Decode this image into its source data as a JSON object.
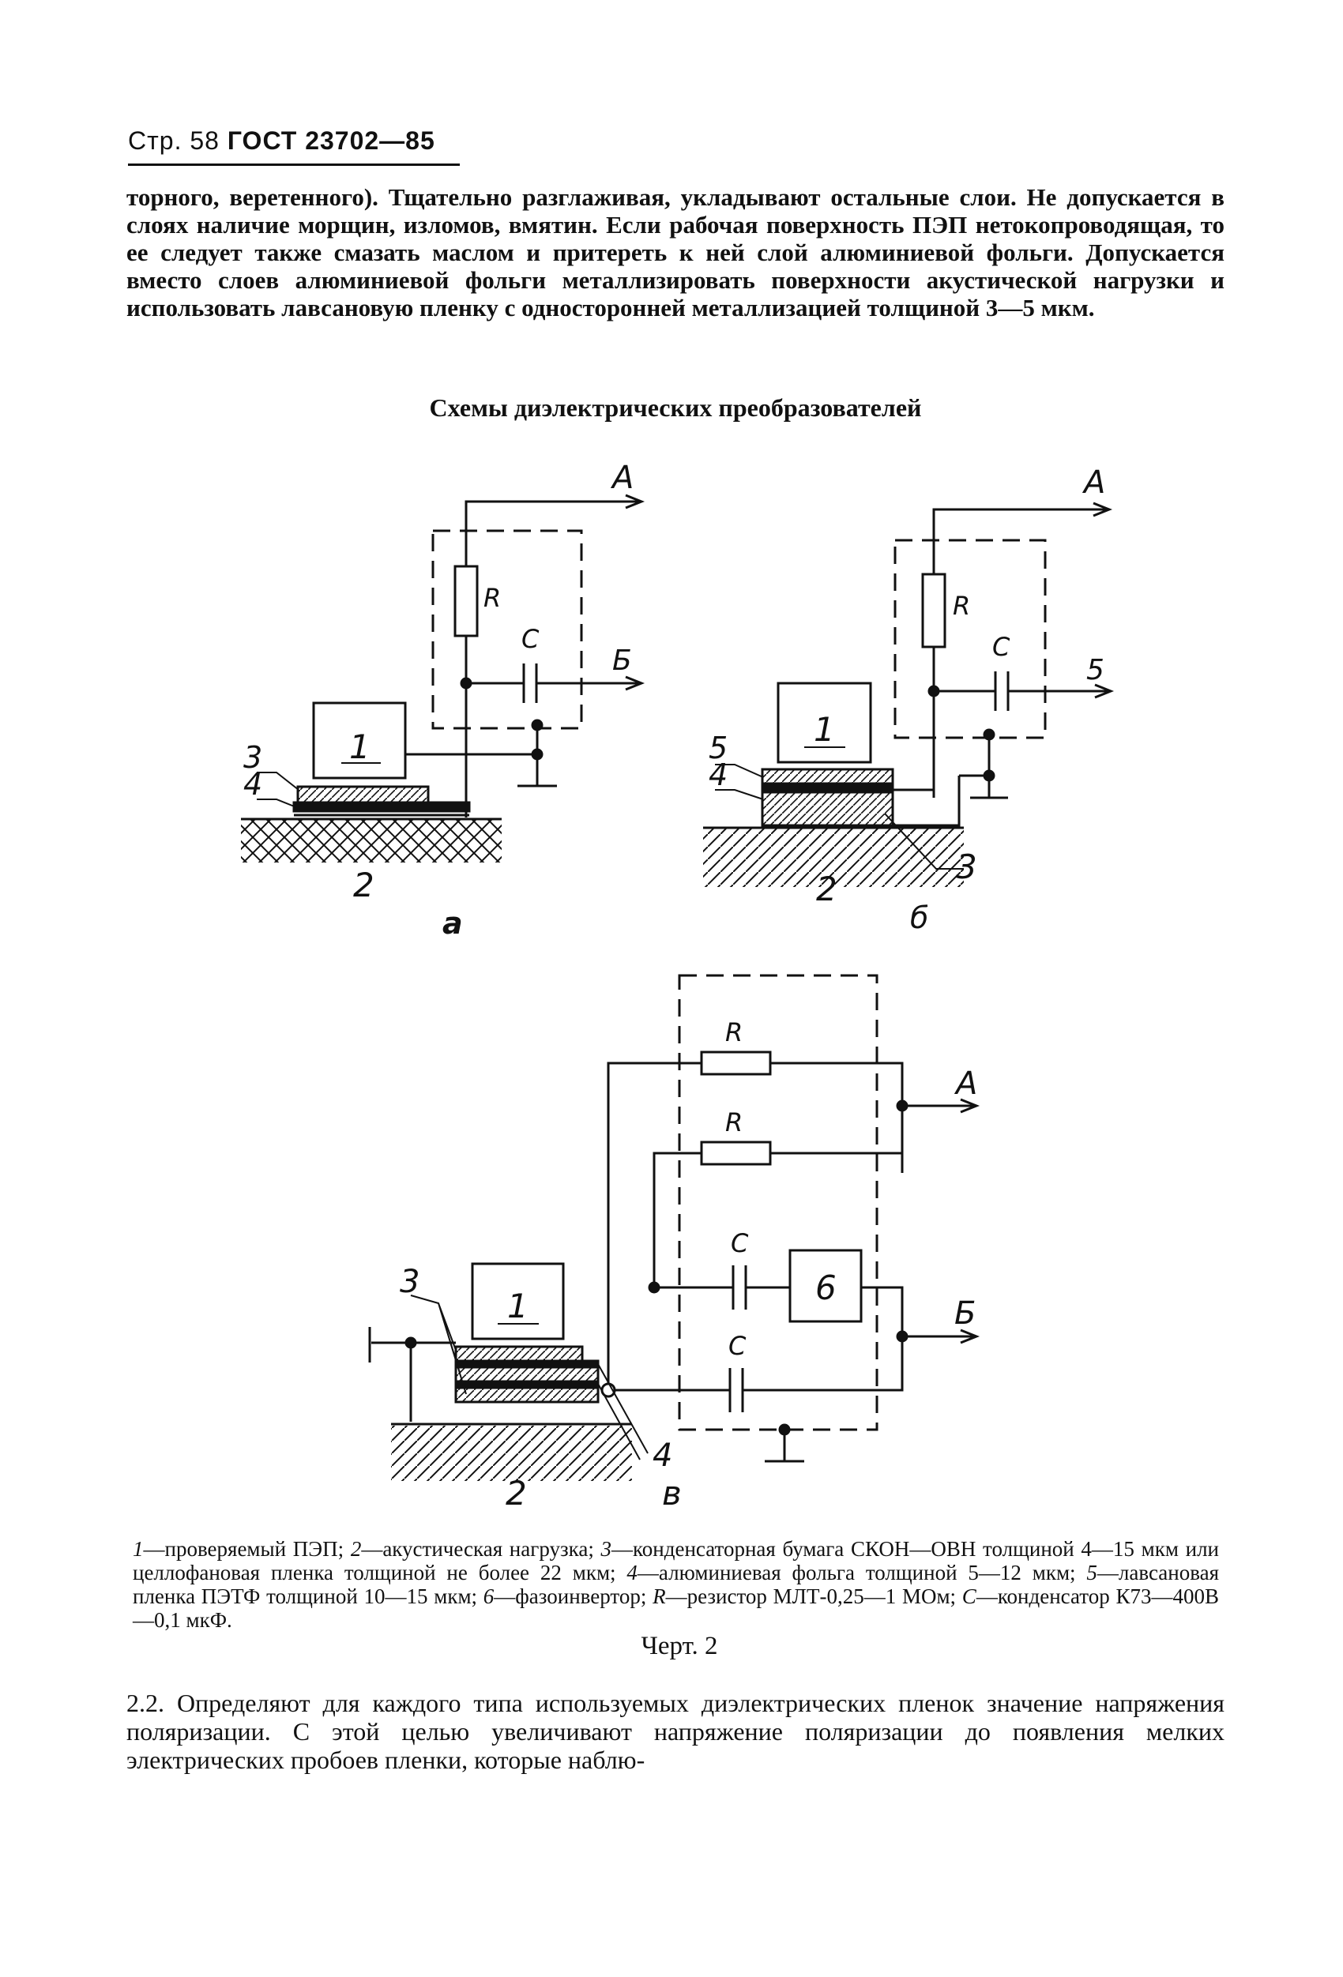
{
  "header": {
    "page": "Стр. 58",
    "standard": "ГОСТ 23702—85"
  },
  "paragraph_top": "торного, веретенного). Тщательно разглаживая, укладывают остальные слои. Не допускается в слоях наличие морщин, изломов, вмятин. Если рабочая поверхность ПЭП нетокопроводящая, то ее следует также смазать маслом и притереть к ней слой алюминиевой фольги. Допускается вместо слоев алюминиевой фольги металлизировать поверхности акустической нагрузки и использовать лавсановую пленку с односторонней металлизацией толщиной 3—5 мкм.",
  "figure": {
    "title": "Схемы диэлектрических преобразователей",
    "diagram_a": {
      "sublabel": "а",
      "out_a": "А",
      "out_b": "Б",
      "resistor": "R",
      "capacitor": "С",
      "transducer": "1",
      "load": "2",
      "layer_3": "3",
      "layer_4": "4"
    },
    "diagram_b": {
      "sublabel": "б",
      "out_a": "А",
      "out_b": "5",
      "resistor": "R",
      "capacitor": "С",
      "transducer": "1",
      "load": "2",
      "layer_3": "3",
      "layer_4": "4",
      "layer_5": "5"
    },
    "diagram_v": {
      "sublabel": "в",
      "out_a": "А",
      "out_b": "Б",
      "resistor_1": "R",
      "resistor_2": "R",
      "capacitor_1": "С",
      "capacitor_2": "С",
      "inverter": "6",
      "transducer": "1",
      "load": "2",
      "layer_3": "3",
      "layer_4": "4"
    },
    "caption": [
      {
        "num": "1",
        "text": "—проверяемый ПЭП; "
      },
      {
        "num": "2",
        "text": "—акустическая нагрузка; "
      },
      {
        "num": "3",
        "text": "—конденсаторная бумага СКОН—ОВН толщиной 4—15 мкм или целлофановая пленка толщиной не более 22 мкм; "
      },
      {
        "num": "4",
        "text": "—алюминиевая фольга толщиной 5—12 мкм; "
      },
      {
        "num": "5",
        "text": "—лавсановая пленка ПЭТФ толщиной 10—15 мкм; "
      },
      {
        "num": "6",
        "text": "—фазоинвертор; "
      },
      {
        "num": "R",
        "text": "—резистор МЛТ-0,25—1 МОм; "
      },
      {
        "num": "C",
        "text": "—конденсатор К73—400В—0,1 мкФ."
      }
    ],
    "label": "Черт. 2"
  },
  "paragraph_bottom": "2.2. Определяют для каждого типа используемых диэлектрических пленок значение напряжения поляризации. С этой целью увеличивают напряжение поляризации до появления мелких электрических пробоев пленки, которые наблю-"
}
